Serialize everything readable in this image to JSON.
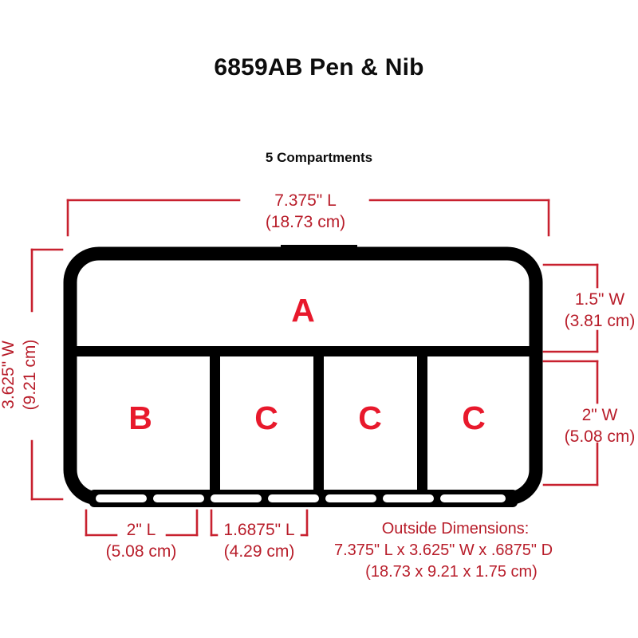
{
  "header": {
    "title": "6859AB Pen & Nib",
    "subtitle": "5 Compartments"
  },
  "colors": {
    "dimension_line": "#c8212f",
    "dimension_text": "#b81d2a",
    "compartment_label": "#e8192c",
    "case_outline": "#000000",
    "background": "#ffffff"
  },
  "diagram": {
    "type": "dimensioned-product-drawing",
    "product": "6859AB Pen & Nib storage case",
    "compartment_count": 5,
    "compartments": [
      {
        "label": "A",
        "row": "top",
        "index": 0
      },
      {
        "label": "B",
        "row": "bottom",
        "index": 0
      },
      {
        "label": "C",
        "row": "bottom",
        "index": 1
      },
      {
        "label": "C",
        "row": "bottom",
        "index": 2
      },
      {
        "label": "C",
        "row": "bottom",
        "index": 3
      }
    ],
    "dimensions": {
      "top_length": {
        "imperial": "7.375\" L",
        "metric": "(18.73 cm)",
        "placement": "top"
      },
      "left_width": {
        "imperial": "3.625\" W",
        "metric": "(9.21 cm)",
        "placement": "left",
        "rotated": true
      },
      "right_upper_width": {
        "imperial": "1.5\" W",
        "metric": "(3.81 cm)",
        "placement": "right-upper"
      },
      "right_lower_width": {
        "imperial": "2\" W",
        "metric": "(5.08 cm)",
        "placement": "right-lower"
      },
      "bottom_left_length": {
        "imperial": "2\" L",
        "metric": "(5.08 cm)",
        "placement": "bottom-left"
      },
      "bottom_mid_length": {
        "imperial": "1.6875\" L",
        "metric": "(4.29 cm)",
        "placement": "bottom-middle"
      }
    },
    "outside_dimensions": {
      "heading": "Outside Dimensions:",
      "imperial": "7.375\" L x 3.625\" W x .6875\" D",
      "metric": "(18.73 x 9.21 x 1.75 cm)"
    }
  }
}
